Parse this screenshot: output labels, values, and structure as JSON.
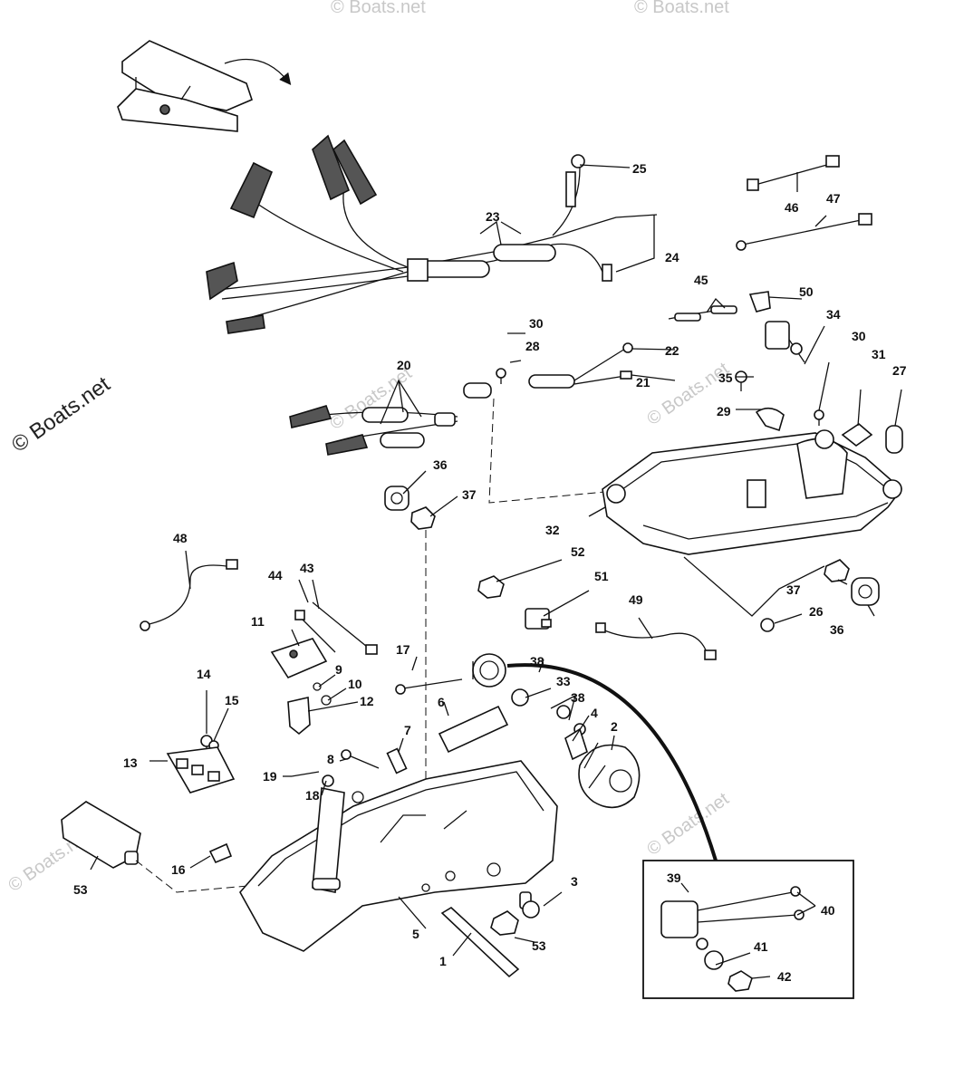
{
  "watermark": {
    "main": "© Boats.net",
    "faint": "© Boats.net"
  },
  "labels": {
    "l1": "1",
    "l2": "2",
    "l3": "3",
    "l4": "4",
    "l5": "5",
    "l6": "6",
    "l7": "7",
    "l8": "8",
    "l9": "9",
    "l10": "10",
    "l11": "11",
    "l12": "12",
    "l13": "13",
    "l14": "14",
    "l15": "15",
    "l16": "16",
    "l17": "17",
    "l18": "18",
    "l19": "19",
    "l20": "20",
    "l21": "21",
    "l22": "22",
    "l23": "23",
    "l24": "24",
    "l25": "25",
    "l26": "26",
    "l27": "27",
    "l28": "28",
    "l29": "29",
    "l30a": "30",
    "l30b": "30",
    "l31": "31",
    "l32": "32",
    "l33": "33",
    "l34": "34",
    "l35": "35",
    "l36a": "36",
    "l36b": "36",
    "l37a": "37",
    "l37b": "37",
    "l38a": "38",
    "l38b": "38",
    "l39": "39",
    "l40": "40",
    "l41": "41",
    "l42": "42",
    "l43": "43",
    "l44": "44",
    "l45": "45",
    "l46": "46",
    "l47": "47",
    "l48": "48",
    "l49": "49",
    "l50": "50",
    "l51": "51",
    "l52": "52",
    "l53a": "53",
    "l53b": "53"
  }
}
